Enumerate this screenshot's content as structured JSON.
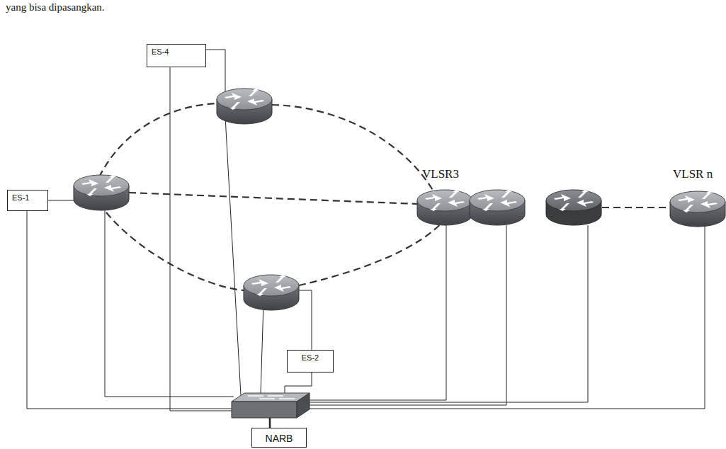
{
  "diagram": {
    "nodes": [
      {
        "text": [
          "ES-4"
        ]
      },
      {
        "text": [
          "ES-1"
        ]
      },
      {
        "text": [
          "ES-2"
        ]
      },
      {
        "text": [
          "NARB"
        ]
      },
      {
        "text": [
          "VLSR3"
        ]
      },
      {
        "text": [
          "VLSR n"
        ]
      }
    ],
    "labels": [
      "yang bisa dipasangkan."
    ]
  }
}
